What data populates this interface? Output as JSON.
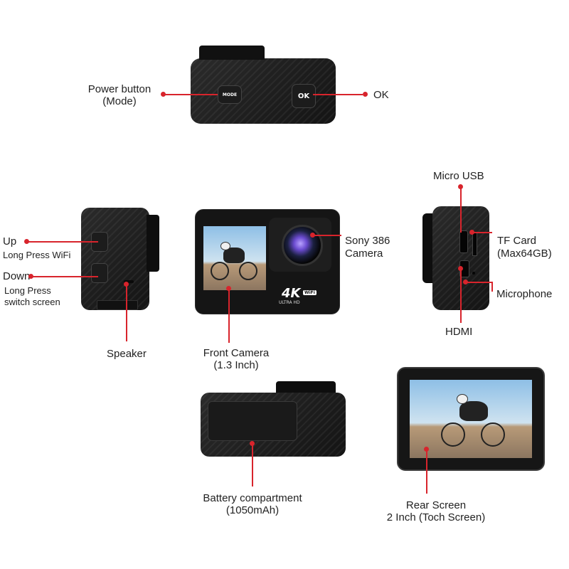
{
  "labels": {
    "power_button_line1": "Power button",
    "power_button_line2": "(Mode)",
    "ok": "OK",
    "up": "Up",
    "up_sub": "Long Press WiFi",
    "down": "Down",
    "down_sub_1": "Long Press",
    "down_sub_2": "switch screen",
    "speaker": "Speaker",
    "front_camera_1": "Front Camera",
    "front_camera_2": "(1.3 Inch)",
    "sony_1": "Sony 386",
    "sony_2": "Camera",
    "micro_usb": "Micro USB",
    "tf_card_1": "TF Card",
    "tf_card_2": "(Max64GB)",
    "microphone": "Microphone",
    "hdmi": "HDMI",
    "battery_1": "Battery compartment",
    "battery_2": "(1050mAh)",
    "rear_screen_1": "Rear Screen",
    "rear_screen_2": "2 Inch (Toch Screen)"
  },
  "camera_marks": {
    "mode_button": "MODE",
    "ok_button": "OK",
    "badge_4k": "4K",
    "badge_wifi": "WiFi",
    "badge_ultra": "ULTRA HD"
  },
  "colors": {
    "accent": "#d8242c",
    "body": "#1a1a1a"
  }
}
